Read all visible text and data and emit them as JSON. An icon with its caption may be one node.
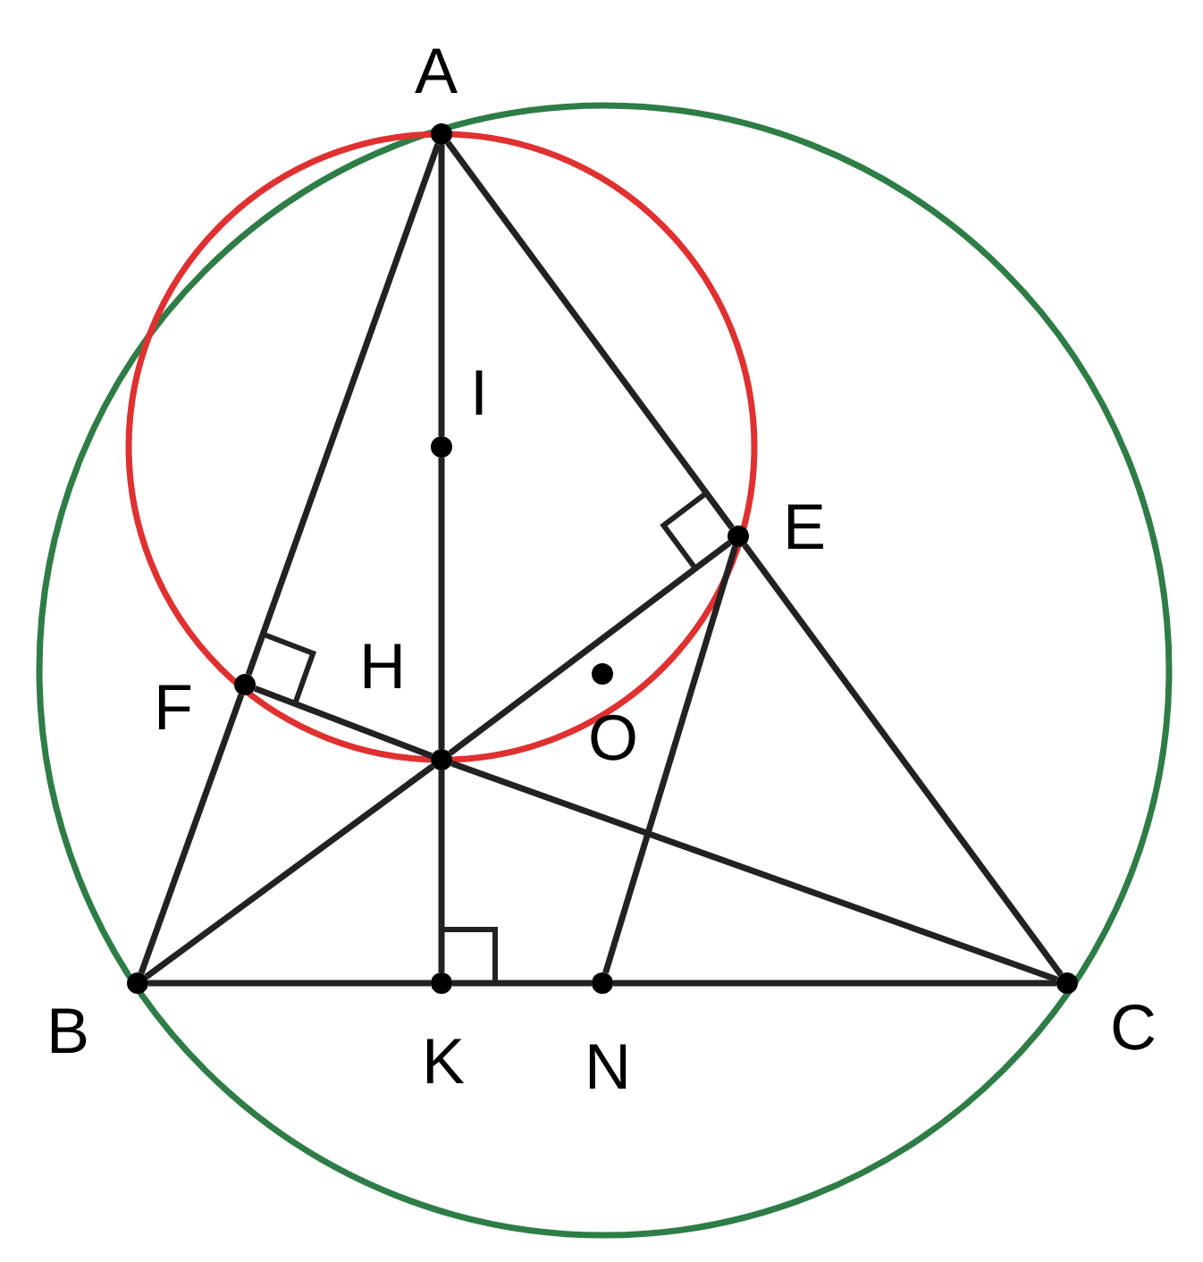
{
  "diagram": {
    "nodes": [
      {
        "text": [],
        "shape": "circle",
        "beside": [
          "A"
        ]
      },
      {
        "text": [],
        "shape": "circle",
        "beside": [
          "I"
        ]
      },
      {
        "text": [],
        "shape": "circle",
        "beside": [
          "E"
        ]
      },
      {
        "text": [],
        "shape": "circle",
        "beside": [
          "F"
        ]
      },
      {
        "text": [],
        "shape": "circle",
        "beside": [
          "H"
        ]
      },
      {
        "text": [],
        "shape": "circle",
        "beside": [
          "O"
        ]
      },
      {
        "text": [],
        "shape": "circle",
        "beside": [
          "B"
        ]
      },
      {
        "text": [],
        "shape": "circle",
        "beside": [
          "K"
        ]
      },
      {
        "text": [],
        "shape": "circle",
        "beside": [
          "N"
        ]
      },
      {
        "text": [],
        "shape": "circle",
        "beside": [
          "C"
        ]
      }
    ],
    "edges": [
      {
        "from": 0,
        "to": 3,
        "arrow": "none"
      },
      {
        "from": 3,
        "to": 6,
        "arrow": "none"
      },
      {
        "from": 0,
        "to": 1,
        "arrow": "none"
      },
      {
        "from": 1,
        "to": 4,
        "arrow": "none"
      },
      {
        "from": 4,
        "to": 7,
        "arrow": "none"
      },
      {
        "from": 0,
        "to": 2,
        "arrow": "none"
      },
      {
        "from": 2,
        "to": 9,
        "arrow": "none"
      },
      {
        "from": 6,
        "to": 7,
        "arrow": "none"
      },
      {
        "from": 7,
        "to": 8,
        "arrow": "none"
      },
      {
        "from": 8,
        "to": 9,
        "arrow": "none"
      },
      {
        "from": 6,
        "to": 4,
        "arrow": "none"
      },
      {
        "from": 4,
        "to": 2,
        "arrow": "none"
      },
      {
        "from": 3,
        "to": 4,
        "arrow": "none"
      },
      {
        "from": 4,
        "to": 9,
        "arrow": "none"
      },
      {
        "from": 8,
        "to": 2,
        "arrow": "none"
      }
    ]
  }
}
